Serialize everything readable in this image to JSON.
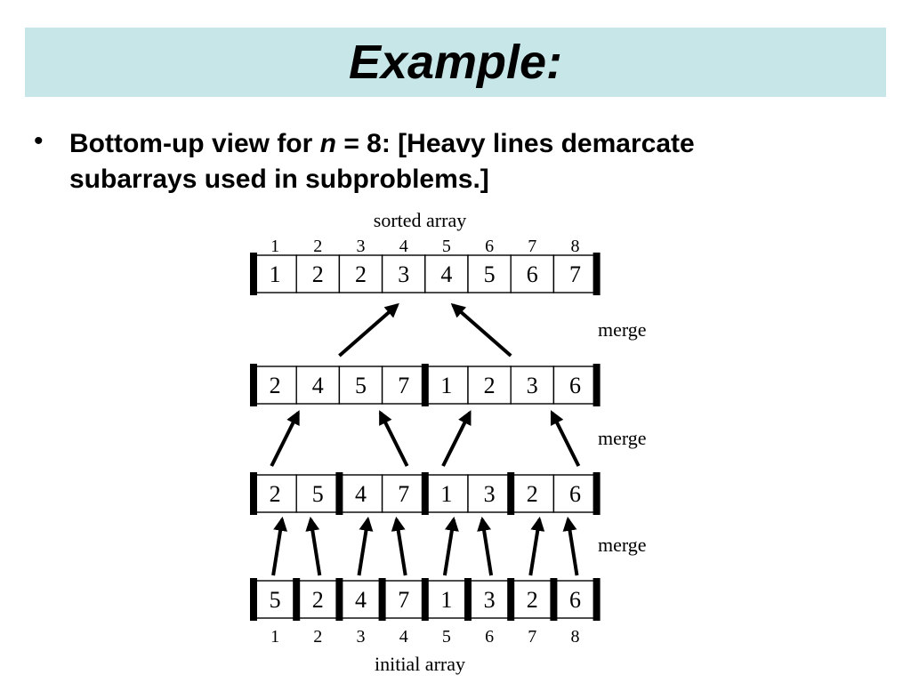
{
  "slide": {
    "title": "Example:",
    "bullet": {
      "marker": "•",
      "line1_pre": "Bottom-up view for ",
      "line1_var": "n",
      "line1_post": " = 8: [Heavy lines demarcate",
      "line2": "subarrays used in subproblems.]"
    }
  },
  "diagram": {
    "top_label": "sorted array",
    "bottom_label": "initial array",
    "indices": [
      "1",
      "2",
      "3",
      "4",
      "5",
      "6",
      "7",
      "8"
    ],
    "merge_label": "merge",
    "rows": [
      {
        "values": [
          1,
          2,
          2,
          3,
          4,
          5,
          6,
          7
        ],
        "run_size": 8
      },
      {
        "values": [
          2,
          4,
          5,
          7,
          1,
          2,
          3,
          6
        ],
        "run_size": 4
      },
      {
        "values": [
          2,
          5,
          4,
          7,
          1,
          3,
          2,
          6
        ],
        "run_size": 2
      },
      {
        "values": [
          5,
          2,
          4,
          7,
          1,
          3,
          2,
          6
        ],
        "run_size": 1
      }
    ]
  }
}
